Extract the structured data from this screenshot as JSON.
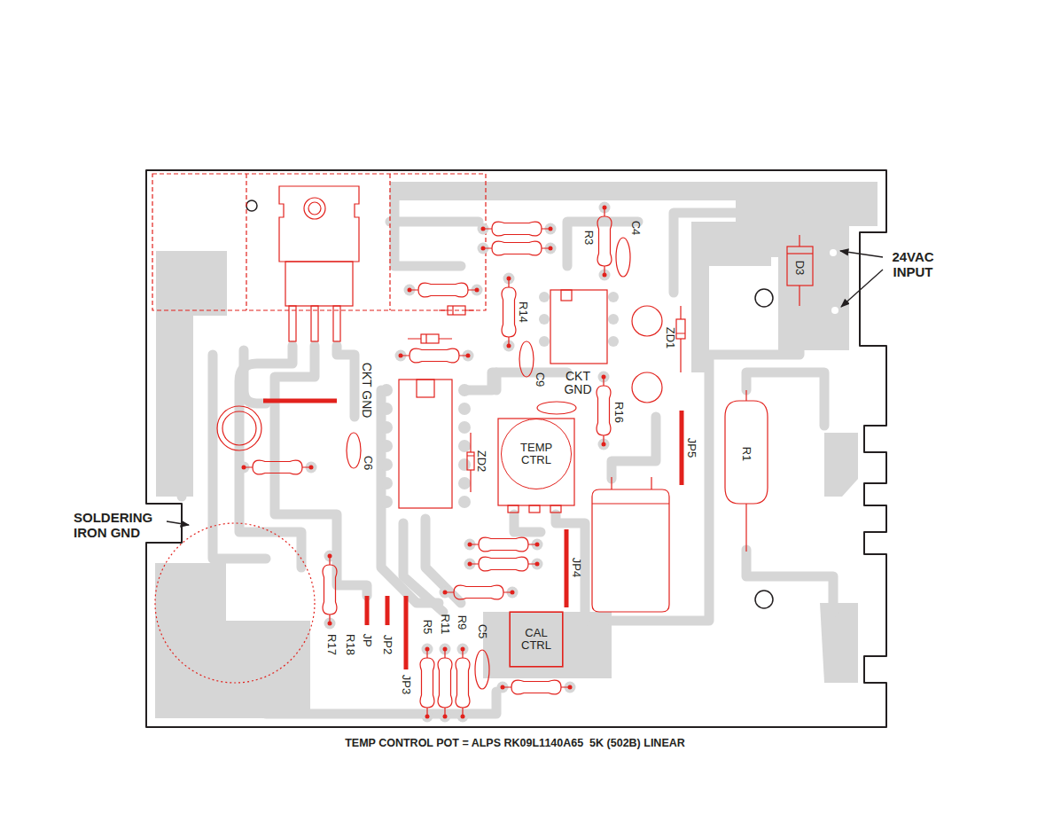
{
  "diagram": {
    "caption": "TEMP CONTROL POT = ALPS RK09L1140A65  5K (502B) LINEAR",
    "nodes": [
      {
        "text": [
          "TEMP CTRL"
        ]
      },
      {
        "text": [
          "CAL CTRL"
        ]
      }
    ],
    "labels": [
      "R3",
      "C4",
      "D3",
      "24VAC INPUT",
      "R14",
      "ZD1",
      "CKT GND",
      "C9",
      "CKT GND",
      "R16",
      "JP5",
      "R1",
      "C6",
      "ZD2",
      "SOLDERING IRON GND",
      "JP4",
      "R17",
      "R18",
      "JP",
      "JP2",
      "JP3",
      "R5",
      "R11",
      "R9",
      "C5"
    ]
  }
}
